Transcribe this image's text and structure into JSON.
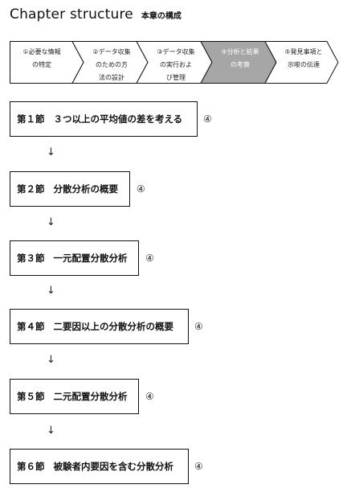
{
  "title": {
    "english": "Chapter structure",
    "japanese": "本章の構成"
  },
  "flow_steps": [
    {
      "label": "①必要な情報\nの特定",
      "active": false
    },
    {
      "label": "②データ収集\nのための方\n法の設計",
      "active": false
    },
    {
      "label": "③データ収集\nの実行およ\nび管理",
      "active": false
    },
    {
      "label": "④分析と結果\nの考察",
      "active": true
    },
    {
      "label": "⑤発見事項と\n示唆の伝達",
      "active": false
    }
  ],
  "sections": [
    {
      "number": "第１節",
      "title": "３つ以上の平均値の差を考える",
      "mark": "④"
    },
    {
      "number": "第２節",
      "title": "分散分析の概要",
      "mark": "④"
    },
    {
      "number": "第３節",
      "title": "一元配置分散分析",
      "mark": "④"
    },
    {
      "number": "第４節",
      "title": "二要因以上の分散分析の概要",
      "mark": "④"
    },
    {
      "number": "第５節",
      "title": "二元配置分散分析",
      "mark": "④"
    },
    {
      "number": "第６節",
      "title": "被験者内要因を含む分散分析",
      "mark": "④"
    }
  ],
  "arrow_glyph": "↓",
  "colors": {
    "active_step_fill": "#a6a6a6",
    "step_fill": "#ffffff",
    "border": "#111111"
  }
}
